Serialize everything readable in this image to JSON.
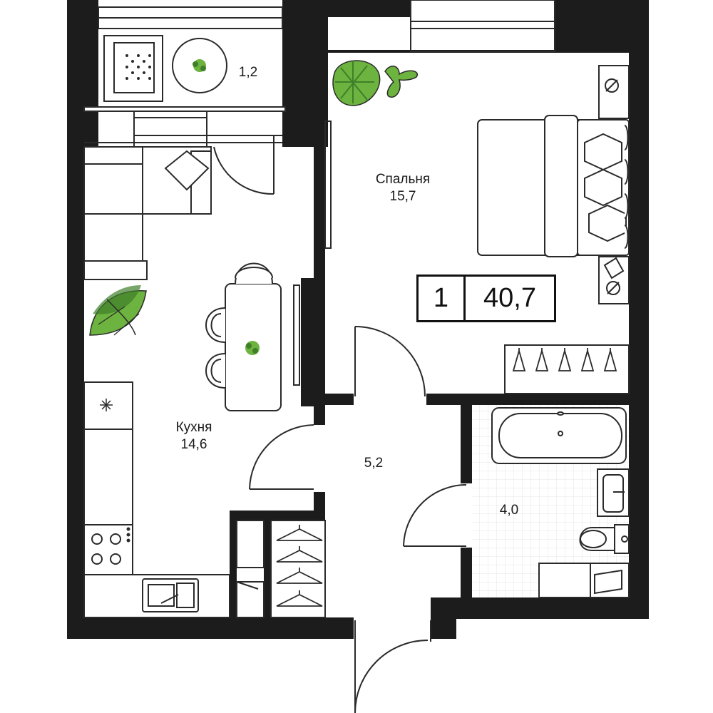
{
  "plan": {
    "room_count": "1",
    "total_area": "40,7",
    "rooms": [
      {
        "id": "balcony",
        "name": "",
        "area": "1,2"
      },
      {
        "id": "bedroom",
        "name": "Спальня",
        "area": "15,7"
      },
      {
        "id": "kitchen",
        "name": "Кухня",
        "area": "14,6"
      },
      {
        "id": "hall",
        "name": "",
        "area": "5,2"
      },
      {
        "id": "bathroom",
        "name": "",
        "area": "4,0"
      }
    ],
    "colors": {
      "wall": "#1c1c1c",
      "line": "#2a2a2a",
      "plant": "#6db33f",
      "plant_dark": "#3f7f2a",
      "tile": "#e6e6e6"
    }
  }
}
